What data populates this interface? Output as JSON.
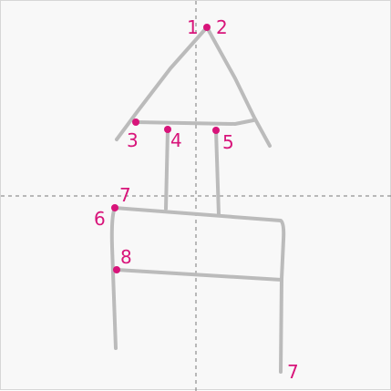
{
  "diagram": {
    "colors": {
      "background": "#f8f8f8",
      "border": "#d6d6d6",
      "guide": "#777777",
      "stroke": "#bbbbbb",
      "accent": "#d8147a"
    },
    "labels": {
      "n1": "1",
      "n2": "2",
      "n3": "3",
      "n4": "4",
      "n5": "5",
      "n6": "6",
      "n7_top": "7",
      "n8": "8",
      "n7_bottom": "7"
    }
  }
}
